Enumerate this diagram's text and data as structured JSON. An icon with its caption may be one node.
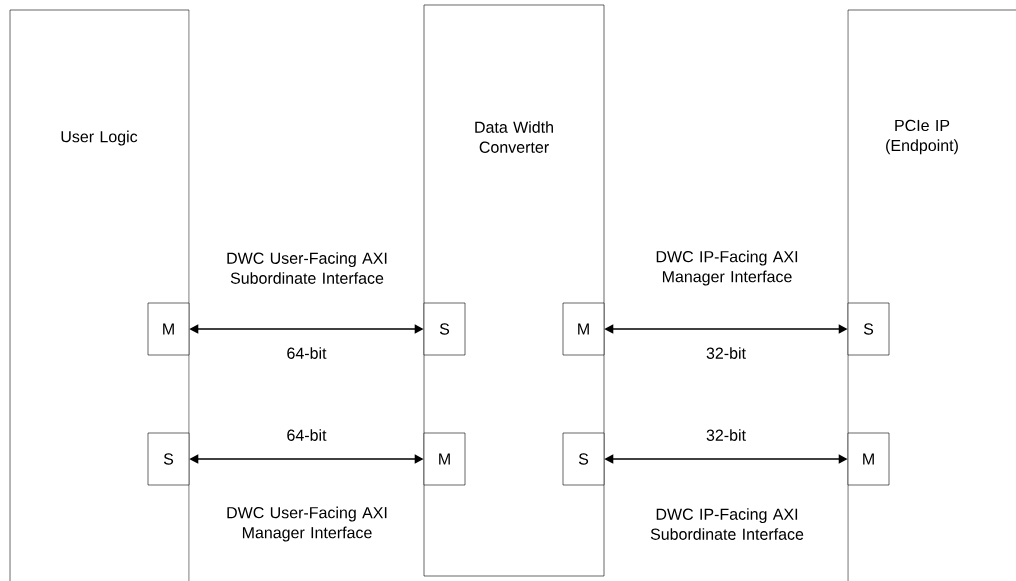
{
  "diagram": {
    "nodes": [
      {
        "text": [
          "User Logic"
        ]
      },
      {
        "text": [
          "Data Width Converter"
        ]
      },
      {
        "text": [
          "PCIe IP (Endpoint)"
        ]
      },
      {
        "text": [
          "M"
        ],
        "in": 0
      },
      {
        "text": [
          "S"
        ],
        "in": 1
      },
      {
        "text": [
          "M"
        ],
        "in": 1
      },
      {
        "text": [
          "S"
        ],
        "in": 2
      },
      {
        "text": [
          "S"
        ],
        "in": 0
      },
      {
        "text": [
          "M"
        ],
        "in": 1
      },
      {
        "text": [
          "S"
        ],
        "in": 1
      },
      {
        "text": [
          "M"
        ],
        "in": 2
      }
    ],
    "edges": [
      {
        "from": 3,
        "to": 4,
        "arrow": "both",
        "label": "64-bit"
      },
      {
        "from": 5,
        "to": 6,
        "arrow": "both",
        "label": "32-bit"
      },
      {
        "from": 7,
        "to": 8,
        "arrow": "both",
        "label": "64-bit"
      },
      {
        "from": 9,
        "to": 10,
        "arrow": "both",
        "label": "32-bit"
      }
    ],
    "labels": [
      "DWC User-Facing AXI Subordinate Interface",
      "DWC IP-Facing AXI Manager Interface",
      "DWC User-Facing AXI Manager Interface",
      "DWC IP-Facing AXI Subordinate Interface"
    ]
  }
}
